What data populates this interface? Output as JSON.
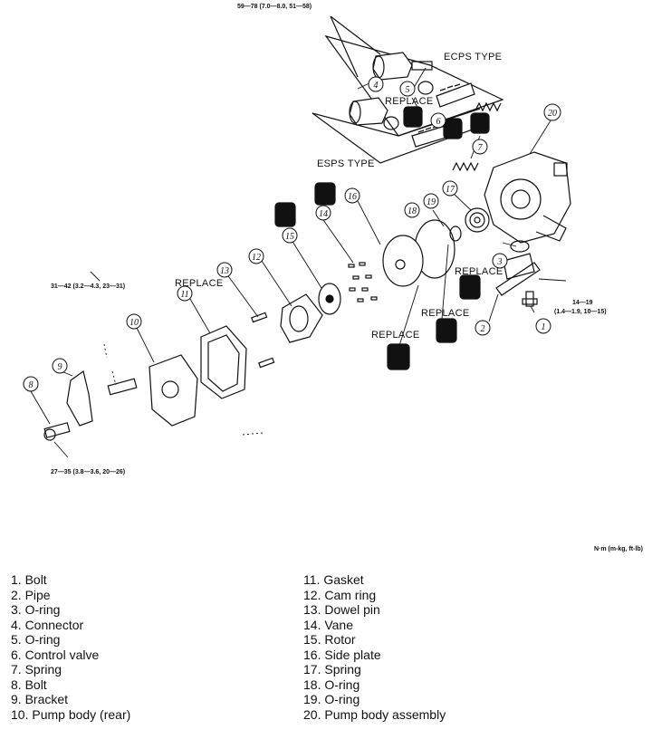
{
  "labels": {
    "ecps_type": "ECPS TYPE",
    "esps_type": "ESPS TYPE",
    "replace": "REPLACE"
  },
  "torques": {
    "top": "59—78 (7.0—8.0, 51—58)",
    "left": "31—42 (3.2—4.3, 23—31)",
    "bottom": "27—35 (3.8—3.6, 20—26)",
    "right_a": "14—19",
    "right_b": "(1.4—1.9, 10—15)",
    "units": "N·m (m-kg, ft-lb)"
  },
  "legend_left": [
    "1. Bolt",
    "2. Pipe",
    "3. O-ring",
    "4. Connector",
    "5. O-ring",
    "6. Control valve",
    "7. Spring",
    "8. Bolt",
    "9. Bracket",
    "10. Pump body (rear)"
  ],
  "legend_right": [
    "11. Gasket",
    "12. Cam ring",
    "13. Dowel pin",
    "14. Vane",
    "15. Rotor",
    "16. Side plate",
    "17. Spring",
    "18. O-ring",
    "19. O-ring",
    "20. Pump body assembly"
  ],
  "callouts": [
    "1",
    "2",
    "3",
    "4",
    "5",
    "6",
    "7",
    "8",
    "9",
    "10",
    "11",
    "12",
    "13",
    "14",
    "15",
    "16",
    "17",
    "18",
    "19",
    "20"
  ]
}
